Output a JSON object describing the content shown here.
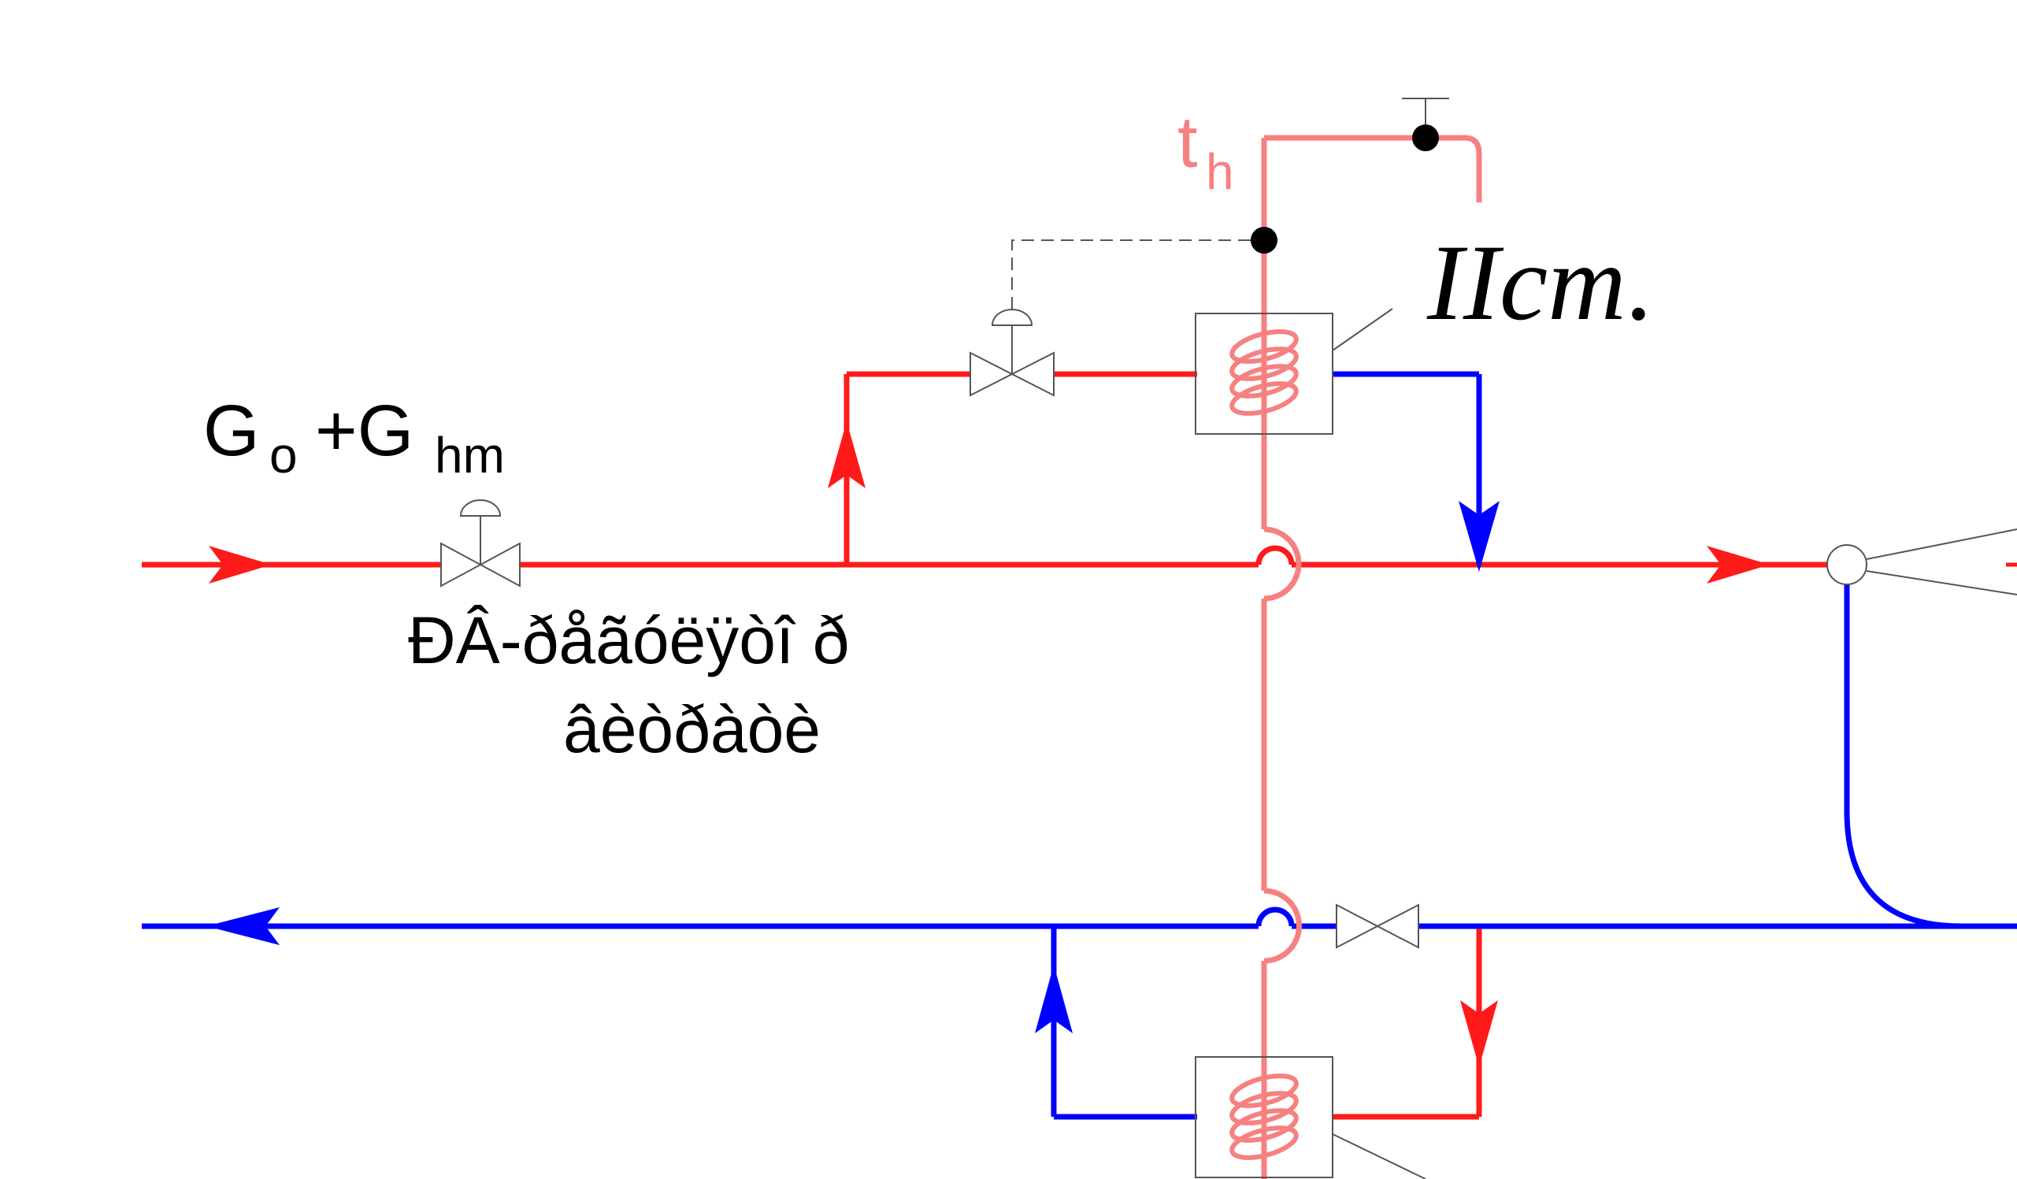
{
  "labels": {
    "flow_main": "G",
    "flow_main_sub": "o",
    "flow_plus": "+G",
    "flow_plus_sub": "hm",
    "temp_symbol": "t",
    "temp_symbol_sub": "h",
    "stage_label": "IIст.",
    "regulator_line1": "ÐÂ-ðåãóëÿòî ð",
    "regulator_line2": "âèòðàòè"
  },
  "colors": {
    "supply": "#ff1a1a",
    "return": "#0000ff",
    "hot_water": "#f78080",
    "equipment": "#555555",
    "text": "#000000"
  }
}
